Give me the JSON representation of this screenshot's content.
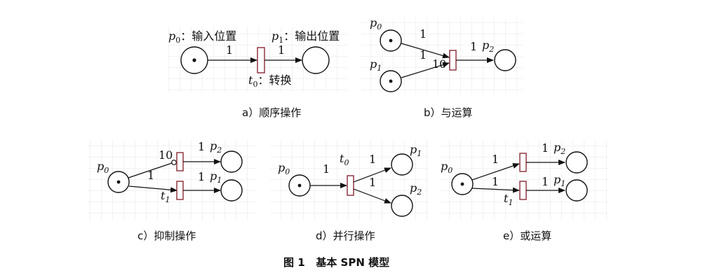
{
  "figure": {
    "title": "图 1   基本 SPN 模型"
  },
  "panels": {
    "a": {
      "caption": "a）顺序操作",
      "p0_label": "p",
      "p0_sub": "0",
      "p0_desc": "：输入位置",
      "p1_label": "p",
      "p1_sub": "1",
      "p1_desc": "：输出位置",
      "t0_label": "t",
      "t0_sub": "0",
      "t0_desc": "：转换",
      "w_in": "1",
      "w_out": "1"
    },
    "b": {
      "caption": "b）与运算",
      "p0_label": "p",
      "p0_sub": "0",
      "p1_label": "p",
      "p1_sub": "1",
      "p2_label": "p",
      "p2_sub": "2",
      "w_p0": "1",
      "w_p1": "1",
      "w_p1b": "10",
      "w_out": "1"
    },
    "c": {
      "caption": "c）抑制操作",
      "p0_label": "p",
      "p0_sub": "0",
      "p1_label": "p",
      "p1_sub": "1",
      "p2_label": "p",
      "p2_sub": "2",
      "t1_label": "t",
      "t1_sub": "1",
      "w_inh": "10",
      "w_in": "1",
      "w_out_top": "1",
      "w_out_bot": "1"
    },
    "d": {
      "caption": "d）并行操作",
      "p0_label": "p",
      "p0_sub": "0",
      "p1_label": "p",
      "p1_sub": "1",
      "p2_label": "p",
      "p2_sub": "2",
      "t0_label": "t",
      "t0_sub": "0",
      "w_in": "1",
      "w_out_top": "1",
      "w_out_bot": "1"
    },
    "e": {
      "caption": "e）或运算",
      "p0_label": "p",
      "p0_sub": "0",
      "p1_label": "p",
      "p1_sub": "1",
      "p2_label": "p",
      "p2_sub": "2",
      "t1_label": "t",
      "t1_sub": "1",
      "w_top": "1",
      "w_bot": "1",
      "w_out_top": "1",
      "w_out_bot": "1"
    }
  },
  "colors": {
    "transition_border": "#8a2a35",
    "grid": "#e6e6e6"
  }
}
